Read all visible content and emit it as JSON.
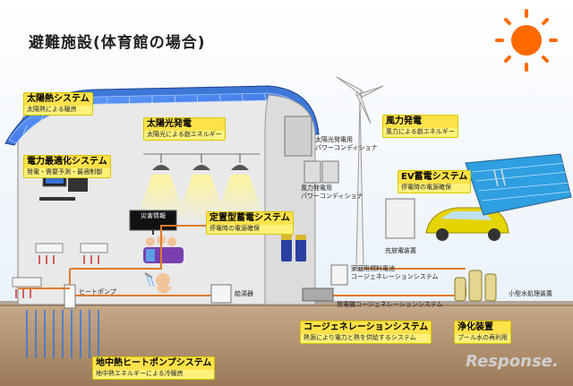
{
  "title": "避難施設(体育館の場合)",
  "boxes": {
    "solar_heat": {
      "title": "太陽熱システム",
      "sub": "太陽熱による暖房"
    },
    "pv": {
      "title": "太陽光発電",
      "sub": "太陽光による創エネルギー"
    },
    "power_opt": {
      "title": "電力最適化システム",
      "sub": "発電・需要予測・最適制御"
    },
    "wind": {
      "title": "風力発電",
      "sub": "風力による創エネルギー"
    },
    "ev": {
      "title": "EV蓄電システム",
      "sub": "停電時の電源確保"
    },
    "stationary": {
      "title": "定置型蓄電システム",
      "sub": "停電時の電源確保"
    },
    "cogen": {
      "title": "コージェネレーションシステム",
      "sub": "熱源により電力と熱を供給するシステム"
    },
    "purify": {
      "title": "浄化装置",
      "sub": "プール水の再利用"
    },
    "geo": {
      "title": "地中熱ヒートポンプシステム",
      "sub": "地中熱エネルギーによる冷暖房"
    }
  },
  "labels": {
    "pv_pcs": "太陽光発電用\nパワーコンディショナ",
    "wind_pcs": "風力発電用\nパワーコンディショナ",
    "heat_pump": "ヒートポンプ",
    "water_heater": "給湯器",
    "charger": "充放電装置",
    "fuel_cell": "家庭用燃料電池\nコージェネレーションシステム",
    "gen_cogen": "発電機コージェネレーションシステム",
    "sewage": "小型水処理装置",
    "disaster_info": "災害情報"
  },
  "logo": "Response."
}
